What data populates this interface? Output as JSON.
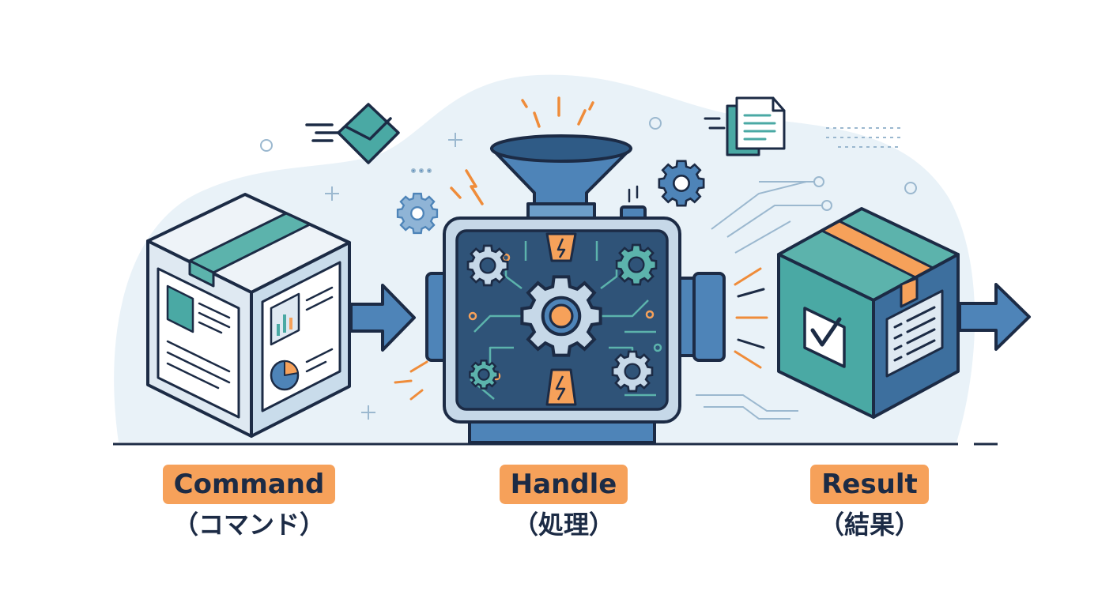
{
  "steps": [
    {
      "id": "command",
      "label": "Command",
      "sublabel": "（コマンド）"
    },
    {
      "id": "handle",
      "label": "Handle",
      "sublabel": "（処理）"
    },
    {
      "id": "result",
      "label": "Result",
      "sublabel": "（結果）"
    }
  ],
  "icons": {
    "command": "document-box-icon",
    "handle": "processing-machine-icon",
    "result": "checked-package-icon",
    "arrow": "right-arrow-icon",
    "envelope": "envelope-icon",
    "document": "document-icon",
    "gear": "gear-icon"
  },
  "colors": {
    "navy": "#1c2b45",
    "accent_orange": "#f6a15a",
    "teal": "#4aa9a4",
    "blue": "#4e84b8",
    "light_blue": "#dcebf4"
  }
}
